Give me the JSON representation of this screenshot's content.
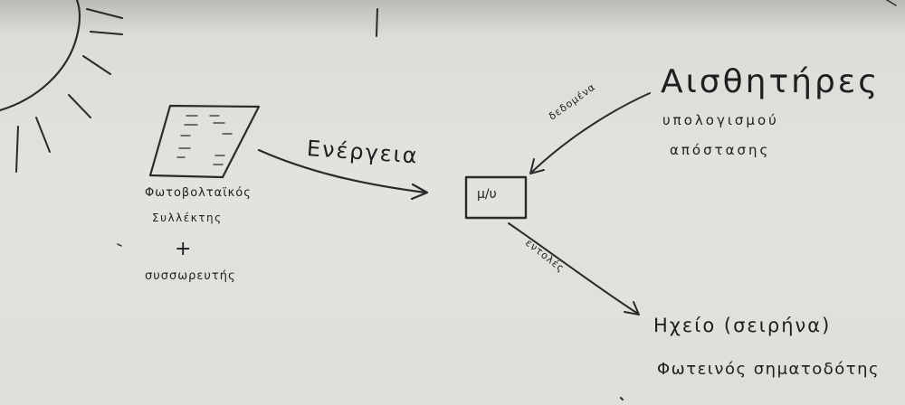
{
  "diagram": {
    "solar_collector_label": "Φωτοβολταϊκός",
    "collector_label": "Συλλέκτης",
    "plus_sign": "+",
    "accumulator_label": "συσσωρευτής",
    "energy_label": "Ενέργεια",
    "mcu_label": "μ/υ",
    "sensors_label": "Αισθητήρες",
    "distance_calc_line1": "υπολογισμού",
    "distance_calc_line2": "απόστασης",
    "data_label": "δεδομένα",
    "commands_label": "εντολές",
    "buzzer_label": "Ηχείο (σειρήνα)",
    "led_label": "Φωτεινός σηματοδότης"
  },
  "colors": {
    "ink": "#2a2a2a",
    "board": "#e0e0dc"
  }
}
